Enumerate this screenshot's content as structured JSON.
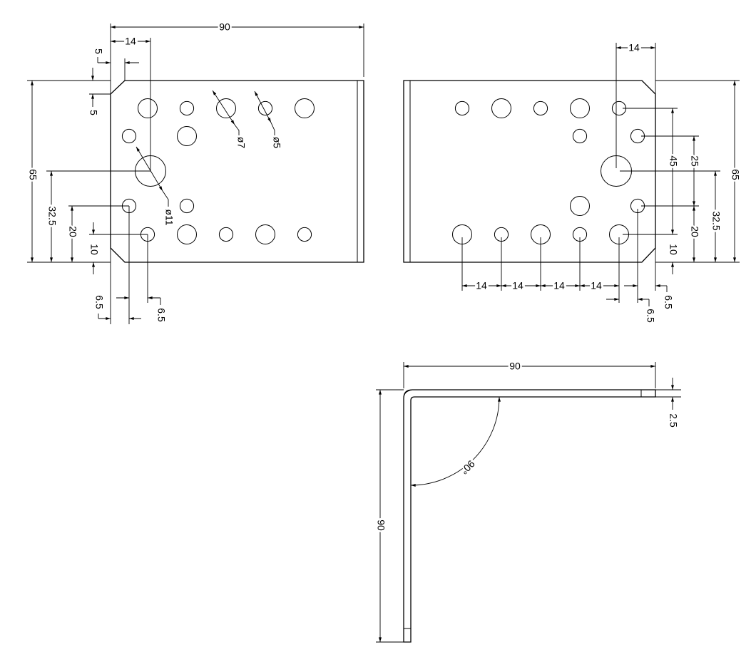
{
  "drawing": {
    "line_color": "#000000",
    "background": "#ffffff",
    "left_view": {
      "overall_width": "90",
      "hole_offset": "14",
      "chamfer_h": "5",
      "chamfer_v": "5",
      "height": "65",
      "center_height": "32.5",
      "row2_height": "20",
      "row1_height": "10",
      "offset_a": "6.5",
      "offset_b": "6.5",
      "dia_large": "ø7",
      "dia_small": "ø5",
      "dia_center": "ø11"
    },
    "right_view": {
      "hole_offset": "14",
      "pitch": [
        "14",
        "14",
        "14",
        "14"
      ],
      "offset_a": "6.5",
      "offset_b": "6.5",
      "span_outer": "45",
      "span_inner": "25",
      "center_height": "32.5",
      "height": "65",
      "row2_height": "20",
      "row1_height": "10"
    },
    "side_view": {
      "width": "90",
      "height": "90",
      "angle": "90°",
      "thickness": "2.5"
    }
  }
}
